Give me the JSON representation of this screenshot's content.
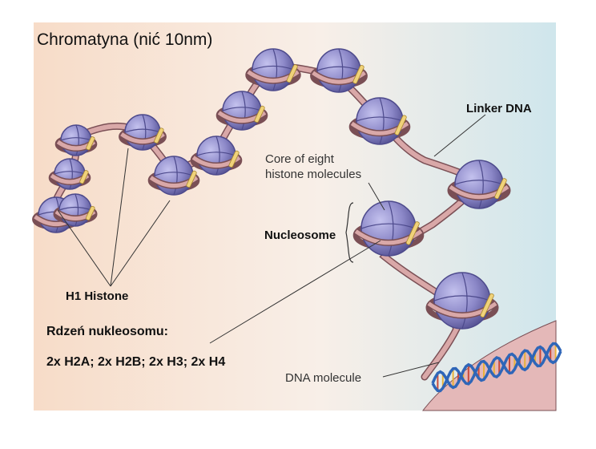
{
  "labels": {
    "title": "Chromatyna (nić 10nm)",
    "linker_dna": "Linker DNA",
    "core_line1": "Core of eight",
    "core_line2": "histone molecules",
    "nucleosome": "Nucleosome",
    "h1_histone": "H1 Histone",
    "rdzen": "Rdzeń nukleosomu:",
    "formula": "2x H2A; 2x H2B; 2x H3; 2x H4",
    "dna_molecule": "DNA molecule"
  },
  "colors": {
    "background_left": "#f7dcc8",
    "background_right": "#cfe6ec",
    "histone_core": "#8c88c8",
    "histone_core_dark": "#4d4a8c",
    "dna_strand": "#d9a8a8",
    "dna_outline": "#7a4f55",
    "h1_histone": "#f0d27a",
    "helix_blue": "#2f66b8",
    "helix_yellow": "#e8b23a"
  }
}
